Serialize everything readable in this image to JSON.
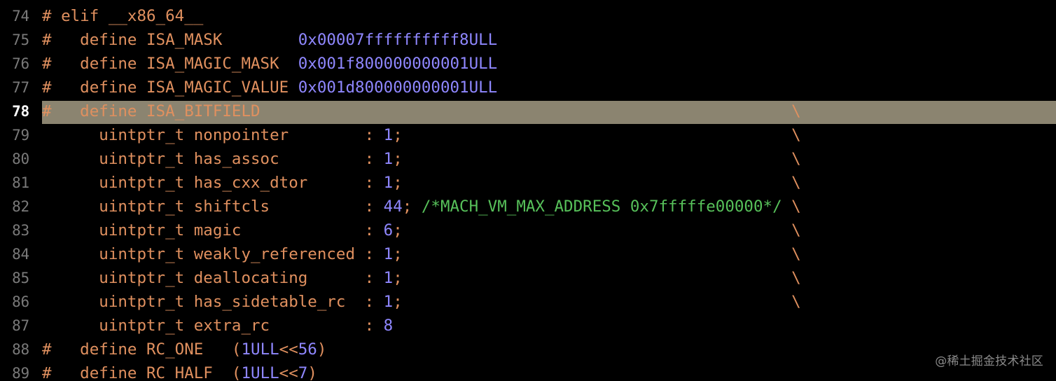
{
  "editor": {
    "lines": [
      {
        "number": "74",
        "current": false,
        "segments": [
          {
            "cls": "pp",
            "text": "# elif __x86_64__"
          }
        ]
      },
      {
        "number": "75",
        "current": false,
        "segments": [
          {
            "cls": "pp",
            "text": "#   define ISA_MASK        "
          },
          {
            "cls": "num",
            "text": "0x00007ffffffffff8ULL"
          }
        ]
      },
      {
        "number": "76",
        "current": false,
        "segments": [
          {
            "cls": "pp",
            "text": "#   define ISA_MAGIC_MASK  "
          },
          {
            "cls": "num",
            "text": "0x001f800000000001ULL"
          }
        ]
      },
      {
        "number": "77",
        "current": false,
        "segments": [
          {
            "cls": "pp",
            "text": "#   define ISA_MAGIC_VALUE "
          },
          {
            "cls": "num",
            "text": "0x001d800000000001ULL"
          }
        ]
      },
      {
        "number": "78",
        "current": true,
        "segments": [
          {
            "cls": "pp",
            "text": "#   define ISA_BITFIELD                                                        \\"
          }
        ]
      },
      {
        "number": "79",
        "current": false,
        "segments": [
          {
            "cls": "pp",
            "text": "      uintptr_t nonpointer        : "
          },
          {
            "cls": "num",
            "text": "1"
          },
          {
            "cls": "pp",
            "text": ";                                         \\"
          }
        ]
      },
      {
        "number": "80",
        "current": false,
        "segments": [
          {
            "cls": "pp",
            "text": "      uintptr_t has_assoc         : "
          },
          {
            "cls": "num",
            "text": "1"
          },
          {
            "cls": "pp",
            "text": ";                                         \\"
          }
        ]
      },
      {
        "number": "81",
        "current": false,
        "segments": [
          {
            "cls": "pp",
            "text": "      uintptr_t has_cxx_dtor      : "
          },
          {
            "cls": "num",
            "text": "1"
          },
          {
            "cls": "pp",
            "text": ";                                         \\"
          }
        ]
      },
      {
        "number": "82",
        "current": false,
        "segments": [
          {
            "cls": "pp",
            "text": "      uintptr_t shiftcls          : "
          },
          {
            "cls": "num",
            "text": "44"
          },
          {
            "cls": "pp",
            "text": "; "
          },
          {
            "cls": "cmt",
            "text": "/*MACH_VM_MAX_ADDRESS 0x7fffffe00000*/"
          },
          {
            "cls": "pp",
            "text": " \\"
          }
        ]
      },
      {
        "number": "83",
        "current": false,
        "segments": [
          {
            "cls": "pp",
            "text": "      uintptr_t magic             : "
          },
          {
            "cls": "num",
            "text": "6"
          },
          {
            "cls": "pp",
            "text": ";                                         \\"
          }
        ]
      },
      {
        "number": "84",
        "current": false,
        "segments": [
          {
            "cls": "pp",
            "text": "      uintptr_t weakly_referenced : "
          },
          {
            "cls": "num",
            "text": "1"
          },
          {
            "cls": "pp",
            "text": ";                                         \\"
          }
        ]
      },
      {
        "number": "85",
        "current": false,
        "segments": [
          {
            "cls": "pp",
            "text": "      uintptr_t deallocating      : "
          },
          {
            "cls": "num",
            "text": "1"
          },
          {
            "cls": "pp",
            "text": ";                                         \\"
          }
        ]
      },
      {
        "number": "86",
        "current": false,
        "segments": [
          {
            "cls": "pp",
            "text": "      uintptr_t has_sidetable_rc  : "
          },
          {
            "cls": "num",
            "text": "1"
          },
          {
            "cls": "pp",
            "text": ";                                         \\"
          }
        ]
      },
      {
        "number": "87",
        "current": false,
        "segments": [
          {
            "cls": "pp",
            "text": "      uintptr_t extra_rc          : "
          },
          {
            "cls": "num",
            "text": "8"
          }
        ]
      },
      {
        "number": "88",
        "current": false,
        "segments": [
          {
            "cls": "pp",
            "text": "#   define RC_ONE   ("
          },
          {
            "cls": "num",
            "text": "1ULL"
          },
          {
            "cls": "pp",
            "text": "<<"
          },
          {
            "cls": "num",
            "text": "56"
          },
          {
            "cls": "pp",
            "text": ")"
          }
        ]
      },
      {
        "number": "89",
        "current": false,
        "segments": [
          {
            "cls": "pp",
            "text": "#   define RC_HALF  ("
          },
          {
            "cls": "num",
            "text": "1ULL"
          },
          {
            "cls": "pp",
            "text": "<<"
          },
          {
            "cls": "num",
            "text": "7"
          },
          {
            "cls": "pp",
            "text": ")"
          }
        ]
      }
    ]
  },
  "watermark": "@稀土掘金技术社区",
  "colors": {
    "background": "#000000",
    "preprocessor": "#e0905f",
    "number": "#8f87ff",
    "comment": "#57c15a",
    "line_number": "#7a7a7a",
    "current_line_highlight": "#8b8470"
  }
}
